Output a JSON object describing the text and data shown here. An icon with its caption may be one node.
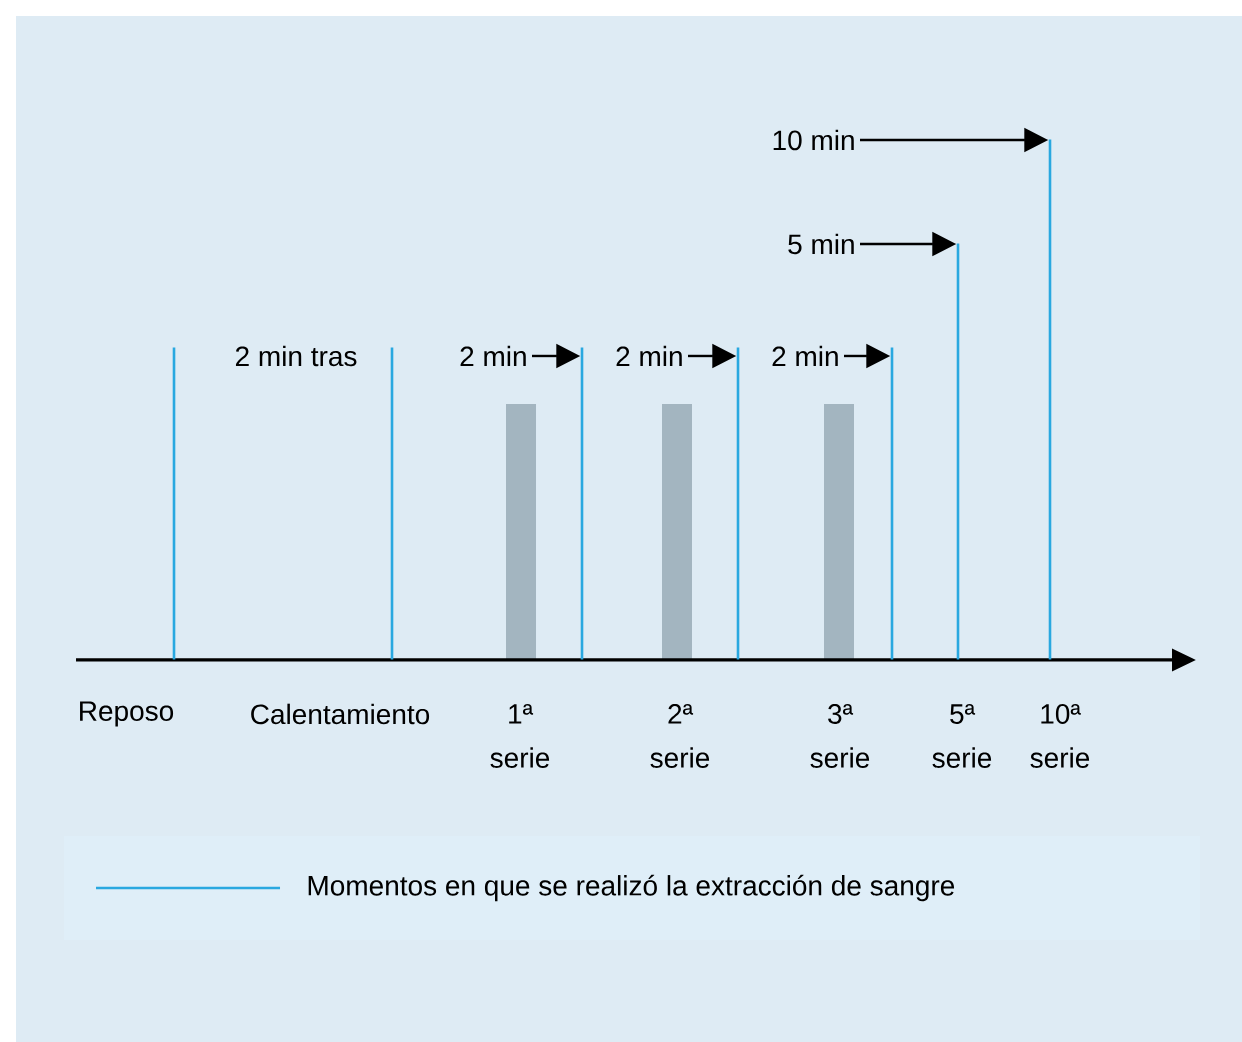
{
  "diagram": {
    "nodes": [
      {
        "text": [
          "10 min"
        ]
      },
      {
        "text": [
          "5 min"
        ]
      },
      {
        "text": [
          "2 min"
        ]
      },
      {
        "text": [
          "2 min"
        ]
      },
      {
        "text": [
          "2 min"
        ]
      },
      {
        "text": [],
        "shape": "line"
      },
      {
        "text": [],
        "shape": "line"
      },
      {
        "text": [],
        "shape": "line"
      },
      {
        "text": [],
        "shape": "line"
      },
      {
        "text": [],
        "shape": "line"
      },
      {
        "text": [],
        "shape": "line"
      },
      {
        "text": [],
        "shape": "line"
      }
    ],
    "edges": [
      {
        "from": 0,
        "to": 11,
        "arrow": "to"
      },
      {
        "from": 1,
        "to": 10,
        "arrow": "to"
      },
      {
        "from": 2,
        "to": 7,
        "arrow": "to"
      },
      {
        "from": 3,
        "to": 8,
        "arrow": "to"
      },
      {
        "from": 4,
        "to": 9,
        "arrow": "to"
      }
    ],
    "labels": [
      "2 min tras",
      "Reposo",
      "Calentamiento",
      "1ª serie",
      "2ª serie",
      "3ª serie",
      "5ª serie",
      "10ª serie"
    ],
    "legend": [
      {
        "text": "Momentos en que se realizó la extracción de sangre"
      }
    ]
  }
}
